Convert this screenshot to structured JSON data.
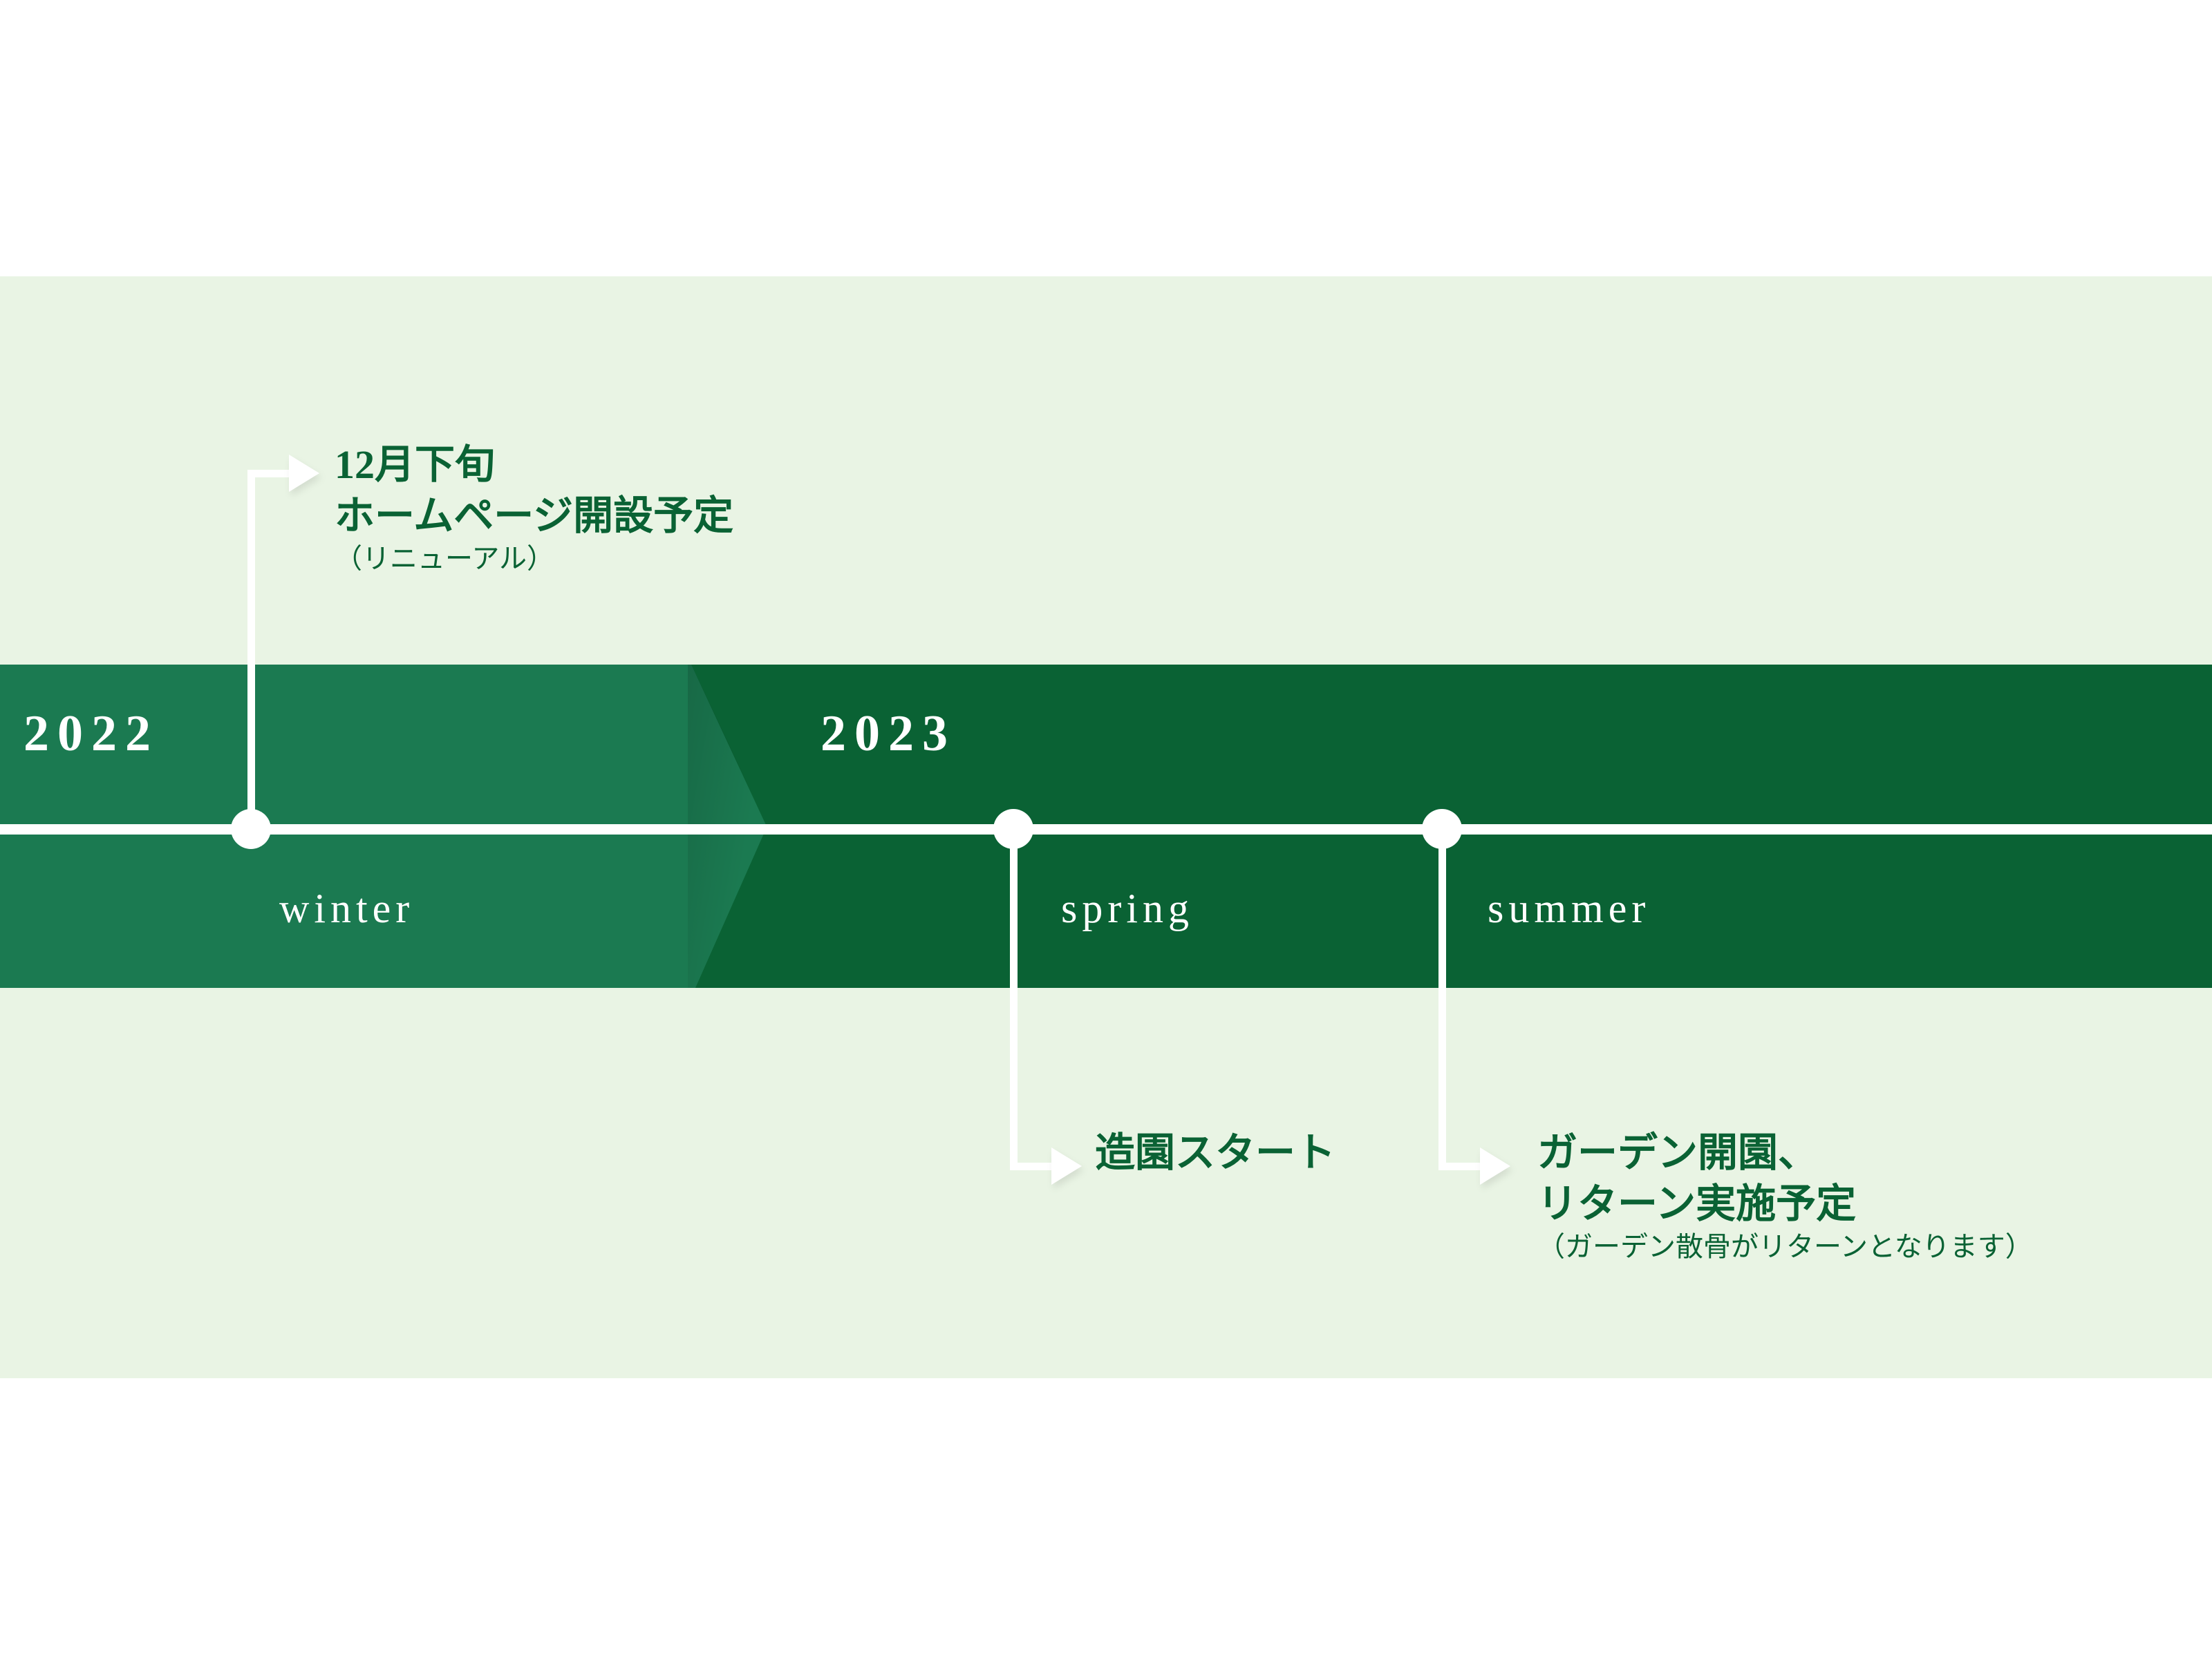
{
  "diagram": {
    "title": "2022-2023 project timeline",
    "colors": {
      "page_background": "#ffffff",
      "panel_background": "#e9f4e4",
      "band_2022": "#1b7a51",
      "band_2023": "#0a6234",
      "axis": "#ffffff",
      "text_green": "#0a6234",
      "text_white": "#ffffff"
    },
    "years": [
      {
        "id": "2022",
        "label": "2022"
      },
      {
        "id": "2023",
        "label": "2023"
      }
    ],
    "seasons": [
      {
        "id": "winter",
        "label": "winter",
        "year": "2022"
      },
      {
        "id": "spring",
        "label": "spring",
        "year": "2023"
      },
      {
        "id": "summer",
        "label": "summer",
        "year": "2023"
      }
    ],
    "milestones": [
      {
        "id": "homepage",
        "anchor_season": "winter",
        "position": "above",
        "lines": [
          "12月下旬",
          "ホームページ開設予定"
        ],
        "note": "（リニューアル）"
      },
      {
        "id": "landscaping-start",
        "anchor_season": "spring",
        "position": "below",
        "lines": [
          "造園スタート"
        ],
        "note": ""
      },
      {
        "id": "garden-open",
        "anchor_season": "summer",
        "position": "below",
        "lines": [
          "ガーデン開園、",
          "リターン実施予定"
        ],
        "note": "（ガーデン散骨がリターンとなります）"
      }
    ]
  }
}
